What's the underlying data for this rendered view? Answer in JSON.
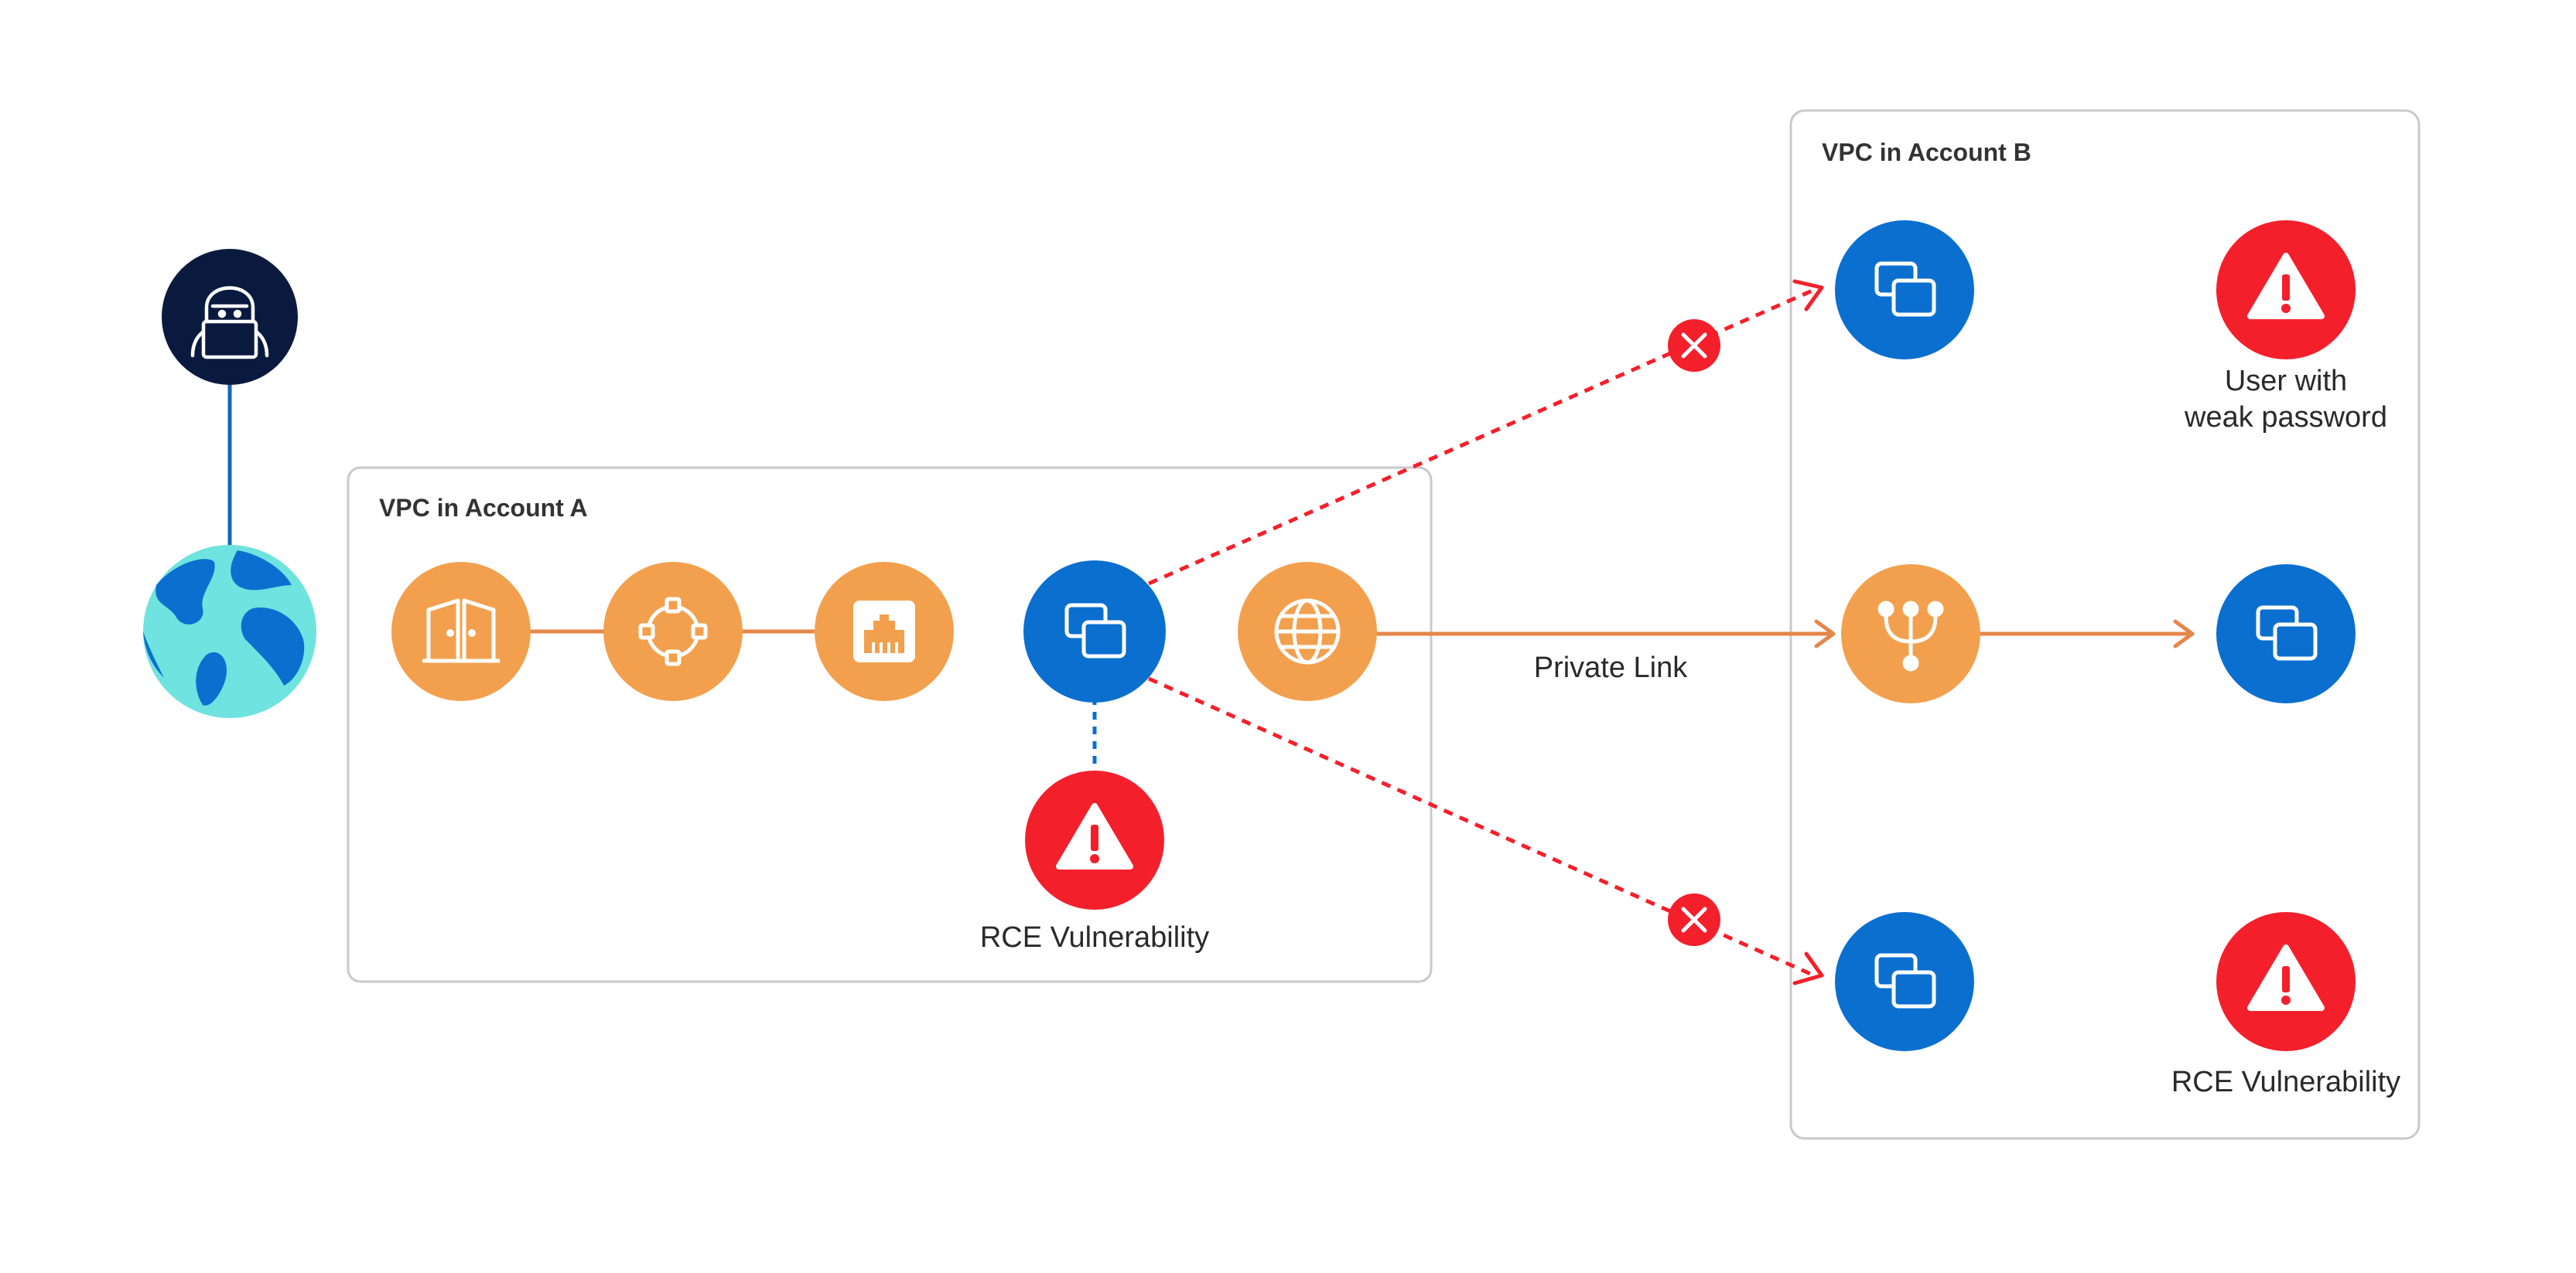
{
  "colors": {
    "orange": "#F2A04E",
    "blue": "#0B6FCF",
    "red": "#F3202B",
    "navy": "#0A1A3F",
    "cyan": "#6FE3E0",
    "box_border": "#C9C9C9",
    "link_blue": "#1565C0",
    "link_orange": "#E5864A"
  },
  "vpc_a": {
    "title": "VPC in Account A"
  },
  "vpc_b": {
    "title": "VPC in Account B"
  },
  "labels": {
    "private_link": "Private Link",
    "rce_a": "RCE Vulnerability",
    "weak_pw_line1": "User with",
    "weak_pw_line2": "weak password",
    "rce_b": "RCE Vulnerability"
  },
  "icons": {
    "attacker": "hacker-icon",
    "internet": "globe-icon",
    "gateway": "gateway-icon",
    "load_balancer": "load-balancer-icon",
    "firewall": "network-interface-icon",
    "instance": "instance-icon",
    "endpoint": "web-endpoint-icon",
    "endpoint_service": "fork-icon",
    "vulnerability": "warning-icon",
    "blocked": "blocked-x-icon"
  }
}
